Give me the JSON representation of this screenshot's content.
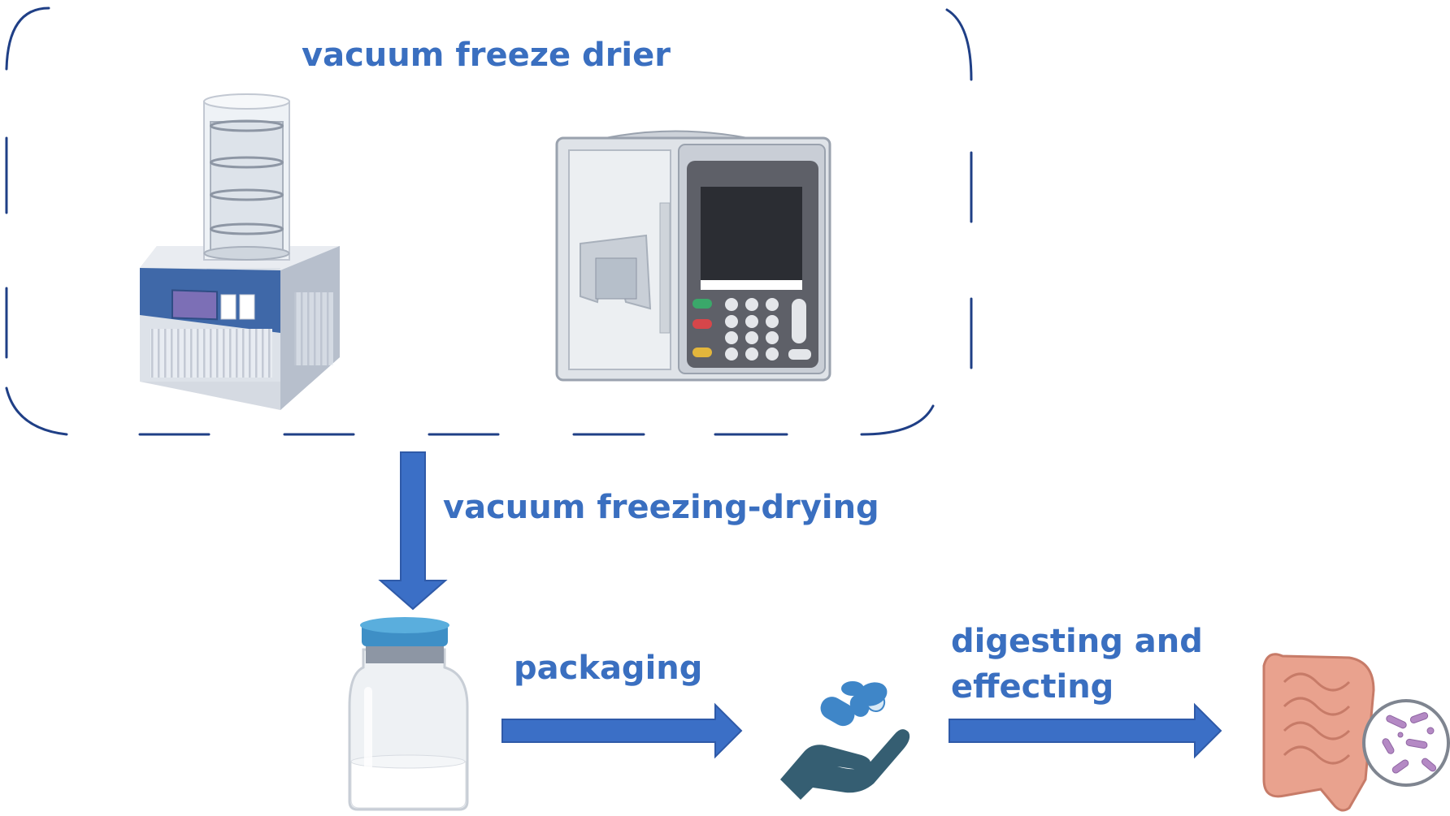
{
  "diagram": {
    "box_title": "vacuum freeze drier",
    "steps": {
      "freezing": "vacuum freezing-drying",
      "packaging": "packaging",
      "digesting": "digesting and effecting"
    },
    "colors": {
      "accent": "#3a6fc0",
      "arrow": "#3b6fc6",
      "border": "#1f3f86"
    },
    "icons": [
      "freeze-dryer-icon",
      "lab-instrument-icon",
      "vial-icon",
      "hand-with-pills-icon",
      "intestine-bacteria-icon"
    ]
  }
}
